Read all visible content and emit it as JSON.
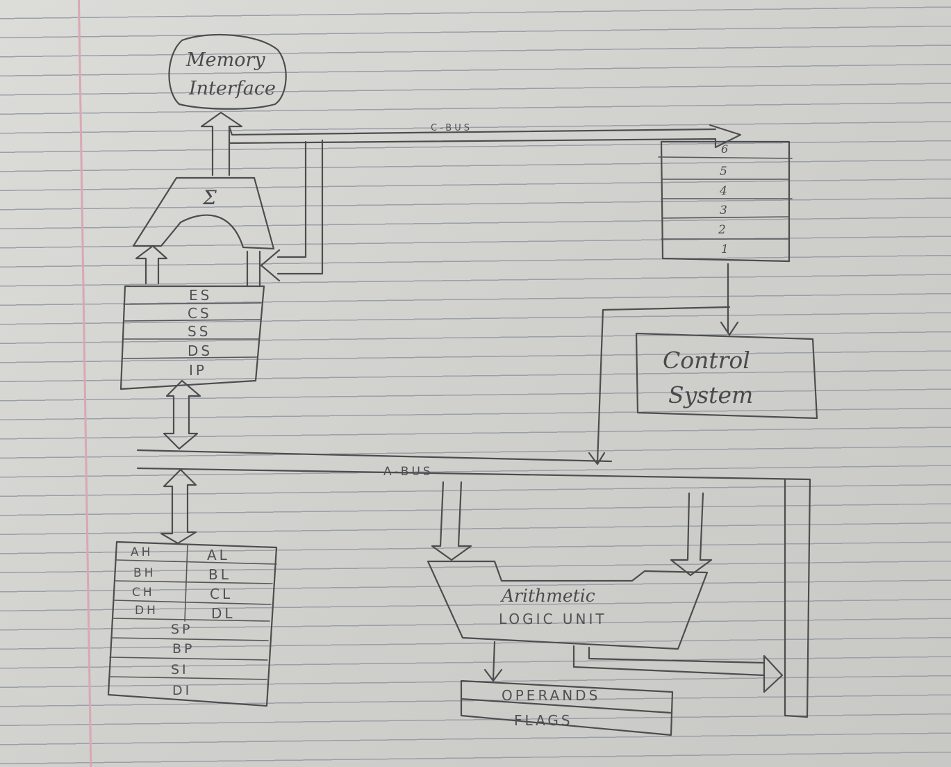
{
  "memory_interface": {
    "line1": "Memory",
    "line2": "Interface"
  },
  "c_bus_label": "C-BUS",
  "adder_symbol": "Σ",
  "segment_registers": [
    "ES",
    "CS",
    "SS",
    "DS",
    "IP"
  ],
  "instruction_queue": [
    "6",
    "5",
    "4",
    "3",
    "2",
    "1"
  ],
  "control_system": {
    "line1": "Control",
    "line2": "System"
  },
  "a_bus_label": "A-BUS",
  "general_registers": {
    "pairs": [
      [
        "AH",
        "AL"
      ],
      [
        "BH",
        "BL"
      ],
      [
        "CH",
        "CL"
      ],
      [
        "DH",
        "DL"
      ]
    ],
    "pointers": [
      "SP",
      "BP",
      "SI",
      "DI"
    ]
  },
  "alu": {
    "line1": "Arithmetic",
    "line2": "LOGIC UNIT"
  },
  "operands_flags": [
    "OPERANDS",
    "FLAGS"
  ]
}
